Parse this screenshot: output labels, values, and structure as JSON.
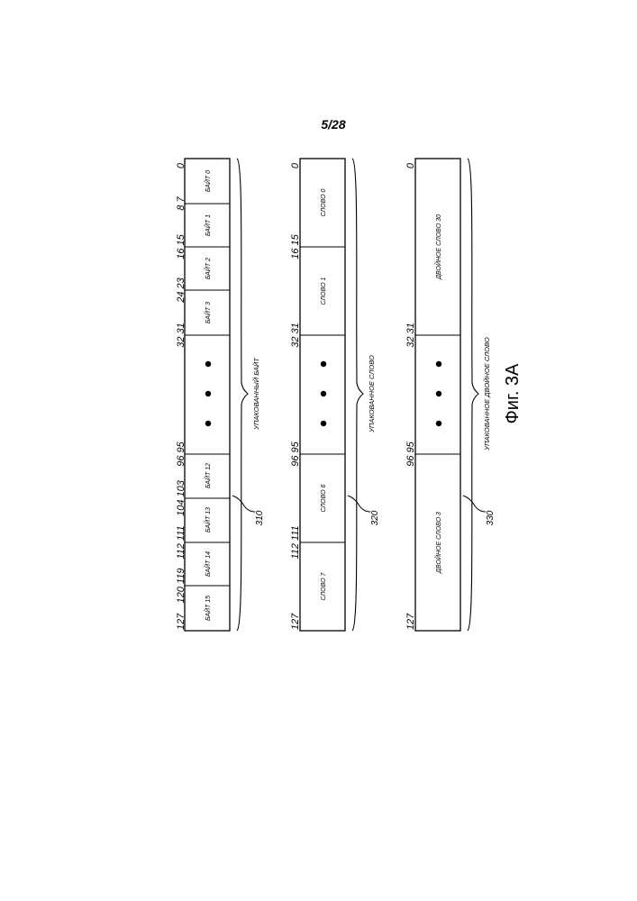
{
  "page_number": "5/28",
  "figure_caption": "Фиг. 3A",
  "rows": [
    {
      "ref": "310",
      "group_label": "УПАКОВАННЫЙ БАЙТ",
      "cells": [
        "БАЙТ 0",
        "БАЙТ 1",
        "БАЙТ 2",
        "БАЙТ 3",
        "",
        "БАЙТ 12",
        "БАЙТ 13",
        "БАЙТ 14",
        "БАЙТ 15"
      ],
      "bits": [
        "0",
        "8 7",
        "16 15",
        "24 23",
        "32 31",
        "96 95",
        "104 103",
        "112 111",
        "120 119",
        "127"
      ]
    },
    {
      "ref": "320",
      "group_label": "УПАКОВАННОЕ СЛОВО",
      "cells": [
        "СЛОВО 0",
        "СЛОВО 1",
        "",
        "СЛОВО 6",
        "СЛОВО 7"
      ],
      "bits": [
        "0",
        "16 15",
        "32 31",
        "96 95",
        "112 111",
        "127"
      ]
    },
    {
      "ref": "330",
      "group_label": "УПАКОВАННОЕ ДВОЙНОЕ СЛОВО",
      "cells": [
        "ДВОЙНОЕ СЛОВО 30",
        "",
        "ДВОЙНОЕ СЛОВО 3"
      ],
      "bits": [
        "0",
        "32 31",
        "96 95",
        "127"
      ]
    }
  ]
}
